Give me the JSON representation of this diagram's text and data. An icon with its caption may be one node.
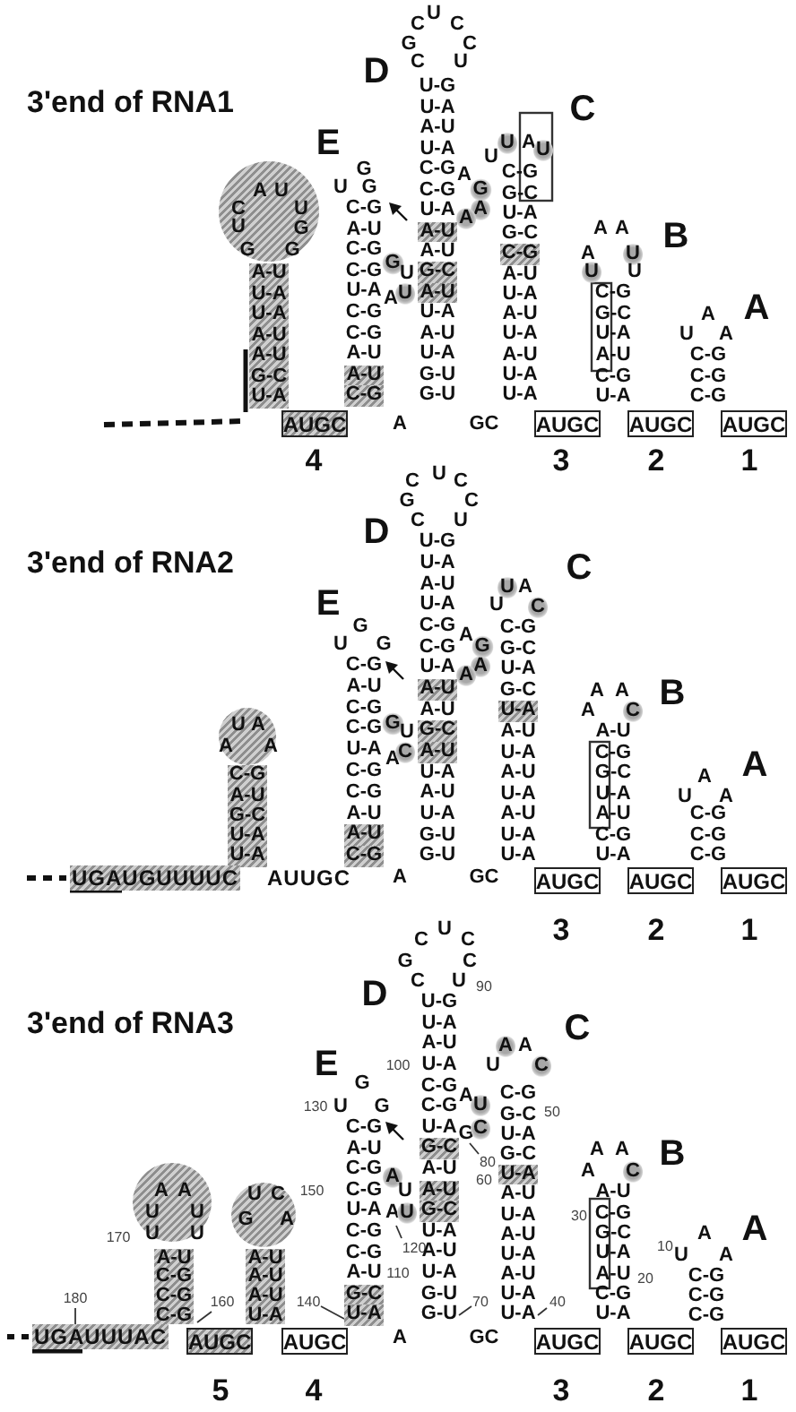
{
  "diagram": {
    "nodes": [
      {
        "text": [
          "A",
          "U",
          "C",
          "U",
          "U",
          "G",
          "G",
          "G"
        ]
      },
      {
        "text": [
          "AUGC"
        ]
      },
      {
        "text": [
          "AUGC"
        ]
      },
      {
        "text": [
          "AUGC"
        ]
      },
      {
        "text": [
          "AUGC"
        ]
      },
      {
        "text": [
          "U",
          "A",
          "A",
          "A"
        ]
      },
      {
        "text": [
          "AUGC"
        ]
      },
      {
        "text": [
          "AUGC"
        ]
      },
      {
        "text": [
          "AUGC"
        ]
      },
      {
        "text": [
          "A",
          "A",
          "U",
          "U",
          "U",
          "U"
        ]
      },
      {
        "text": [
          "U",
          "C",
          "G",
          "A"
        ]
      },
      {
        "text": [
          "AUGC"
        ]
      },
      {
        "text": [
          "AUGC"
        ]
      },
      {
        "text": [
          "AUGC"
        ]
      },
      {
        "text": [
          "AUGC"
        ]
      },
      {
        "text": [
          "AUGC"
        ]
      },
      {
        "text": [
          "180"
        ]
      },
      {
        "text": [
          "UGAUUUAC"
        ]
      },
      {
        "text": [
          "160"
        ]
      },
      {
        "text": [
          "A-U C-G C-G C-G"
        ]
      },
      {
        "text": [
          "140"
        ]
      },
      {
        "text": [
          "C-G A-U C-G C-G U-A C-G C-G A-U G-C U-A"
        ]
      },
      {
        "text": [
          "120"
        ]
      },
      {
        "text": [
          "A"
        ]
      },
      {
        "text": [
          "80"
        ]
      },
      {
        "text": [
          "G"
        ]
      },
      {
        "text": [
          "70"
        ]
      },
      {
        "text": [
          "U-G U-A A-U U-A C-G C-G U-A G-C A-U A-U G-C U-A A-U U-A G-U G-U"
        ]
      },
      {
        "text": [
          "40"
        ]
      },
      {
        "text": [
          "C-G G-C U-A G-C U-A A-U U-A A-U U-A A-U U-A U-A"
        ]
      }
    ],
    "edges": [
      {
        "from": 16,
        "to": 17,
        "arrow": "none"
      },
      {
        "from": 18,
        "to": 19,
        "arrow": "none"
      },
      {
        "from": 20,
        "to": 21,
        "arrow": "none"
      },
      {
        "from": 22,
        "to": 23,
        "arrow": "none"
      },
      {
        "from": 24,
        "to": 25,
        "arrow": "none"
      },
      {
        "from": 26,
        "to": 27,
        "arrow": "none"
      },
      {
        "from": 28,
        "to": 29,
        "arrow": "none"
      }
    ],
    "labels": [
      "3'end of RNA1",
      "D",
      "C",
      "U",
      "C",
      "G",
      "C",
      "C",
      "U",
      "E",
      "C",
      "G",
      "U",
      "G",
      "C-G A-U C-G C-G U-A C-G C-G A-U A-U C-G",
      "G",
      "U",
      "A",
      "U",
      "U-G U-A A-U U-A C-G C-G U-A A-U A-U G-C A-U U-A A-U U-A G-U G-U",
      "A",
      "G",
      "A",
      "A",
      "U",
      "A",
      "U",
      "U",
      "C-G G-C U-A G-C C-G A-U U-A A-U U-A A-U U-A U-A",
      "B",
      "A",
      "A",
      "A",
      "U",
      "U",
      "U",
      "C-G G-C U-A A-U C-G U-A",
      "A",
      "A",
      "U",
      "A",
      "C-G C-G C-G",
      "A-U U-A U-A A-U A-U G-C U-A",
      "A",
      "GC",
      "4",
      "3",
      "2",
      "1",
      "3'end of RNA2",
      "D",
      "C",
      "U",
      "C",
      "G",
      "C",
      "C",
      "U",
      "E",
      "C",
      "G",
      "U",
      "G",
      "C-G A-U C-G C-G U-A C-G C-G A-U A-U C-G",
      "G",
      "U",
      "A",
      "C",
      "U-G U-A A-U U-A C-G C-G U-A A-U A-U G-C A-U U-A A-U U-A G-U G-U",
      "A",
      "G",
      "A",
      "A",
      "U",
      "A",
      "U",
      "C",
      "C-G G-C U-A G-C U-A A-U U-A A-U U-A A-U U-A U-A",
      "B",
      "A",
      "A",
      "A",
      "C",
      "A-U C-G G-C U-A A-U C-G U-A",
      "A",
      "A",
      "U",
      "A",
      "C-G C-G C-G",
      "C-G A-U G-C U-A U-A",
      "UGAUGUUUUC",
      "AUUGC",
      "A",
      "GC",
      "3",
      "2",
      "1",
      "3'end of RNA3",
      "D",
      "C",
      "U",
      "C",
      "G",
      "C",
      "C",
      "U",
      "90",
      "E",
      "C",
      "100",
      "G",
      "130",
      "U",
      "G",
      "A",
      "U",
      "U",
      "A",
      "U",
      "C",
      "A",
      "A",
      "U",
      "C",
      "50",
      "60",
      "110",
      "B",
      "A",
      "A",
      "A",
      "C",
      "A-U C-G G-C U-A A-U C-G U-A",
      "30",
      "20",
      "A",
      "10",
      "A",
      "U",
      "A",
      "C-G C-G C-G",
      "170",
      "150",
      "A-U A-U A-U U-A",
      "A",
      "GC",
      "5",
      "4",
      "3",
      "2",
      "1"
    ]
  }
}
